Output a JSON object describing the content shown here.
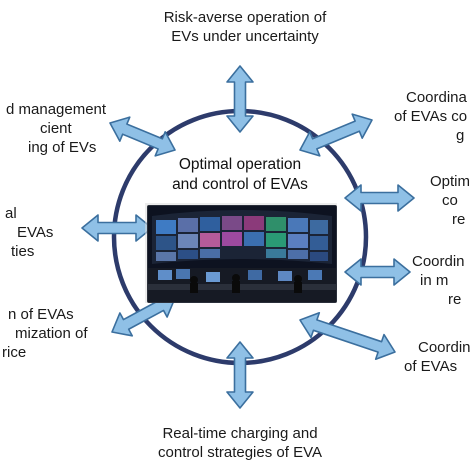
{
  "center": {
    "title_line1": "Optimal operation",
    "title_line2": "and control of EVAs",
    "image": "control-room-photo"
  },
  "labels": {
    "top": [
      "Risk-averse operation of",
      "EVs under uncertainty"
    ],
    "bottom": [
      "Real-time charging and",
      "control strategies of EVA"
    ],
    "upper_left": [
      "d management",
      "cient",
      "ing of EVs"
    ],
    "mid_left": [
      "al",
      "EVAs",
      "ties"
    ],
    "lower_left": [
      "n of EVAs",
      "mization of",
      "rice"
    ],
    "upper_right": [
      "Coordina",
      "of EVAs co",
      "g"
    ],
    "mid_right_1": [
      "Optim",
      "co",
      "re"
    ],
    "mid_right_2": [
      "Coordin",
      "in m",
      "re"
    ],
    "lower_right": [
      "Coordin",
      "of EVAs"
    ]
  },
  "colors": {
    "arrow_fill": "#8fc0e6",
    "arrow_stroke": "#3b6f9e",
    "circle_stroke": "#2d3b6b",
    "text": "#1a1a1a"
  }
}
